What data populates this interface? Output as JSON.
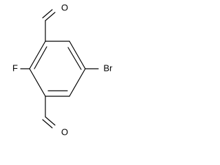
{
  "molecule": {
    "atoms": {
      "fluorine": "F",
      "bromine": "Br",
      "oxygen_top": "O",
      "oxygen_bottom": "O"
    },
    "colors": {
      "bond": "#000000",
      "label": "#000000",
      "background": "#ffffff"
    }
  }
}
